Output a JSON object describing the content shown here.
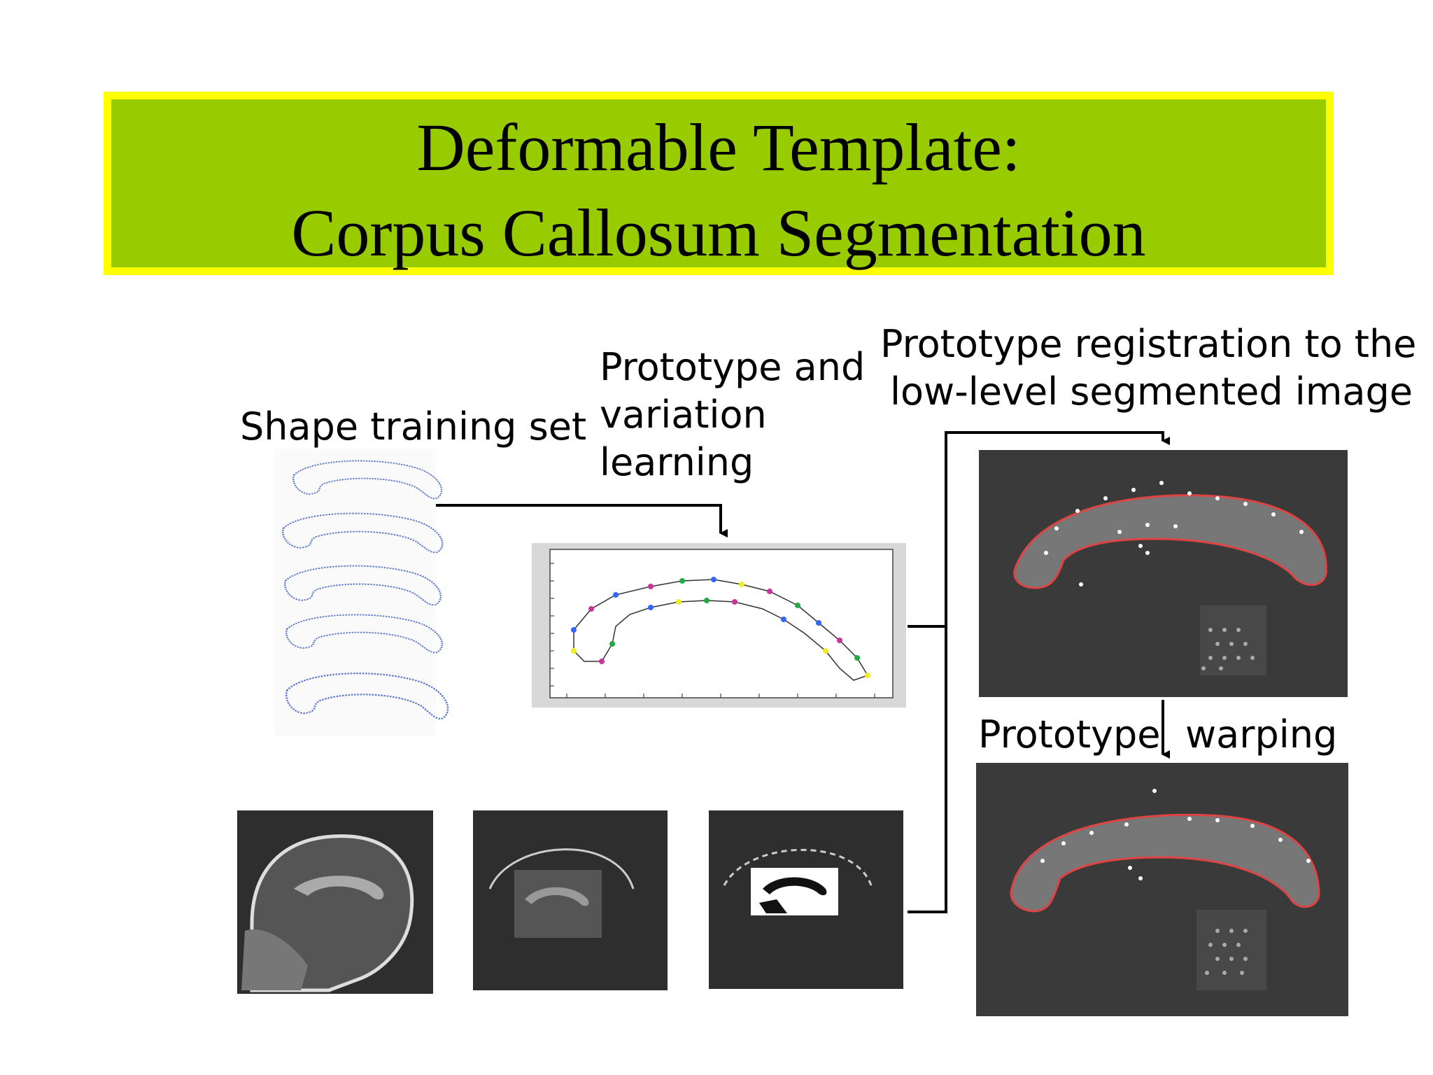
{
  "title": {
    "line1": "Deformable Template:",
    "line2": "Corpus Callosum Segmentation"
  },
  "labels": {
    "shape_training_set": "Shape training set",
    "prototype_learning_1": "Prototype and",
    "prototype_learning_2": "variation",
    "prototype_learning_3": "learning",
    "registration_1": "Prototype registration to the",
    "registration_2": "low-level segmented image",
    "warping_1": "Prototype",
    "warping_2": "warping"
  },
  "colors": {
    "title_fill": "#99cc00",
    "title_border": "#ffff00",
    "contour": "#5577cc",
    "overlay_red": "#dd4444",
    "mri_bg": "#333333"
  }
}
